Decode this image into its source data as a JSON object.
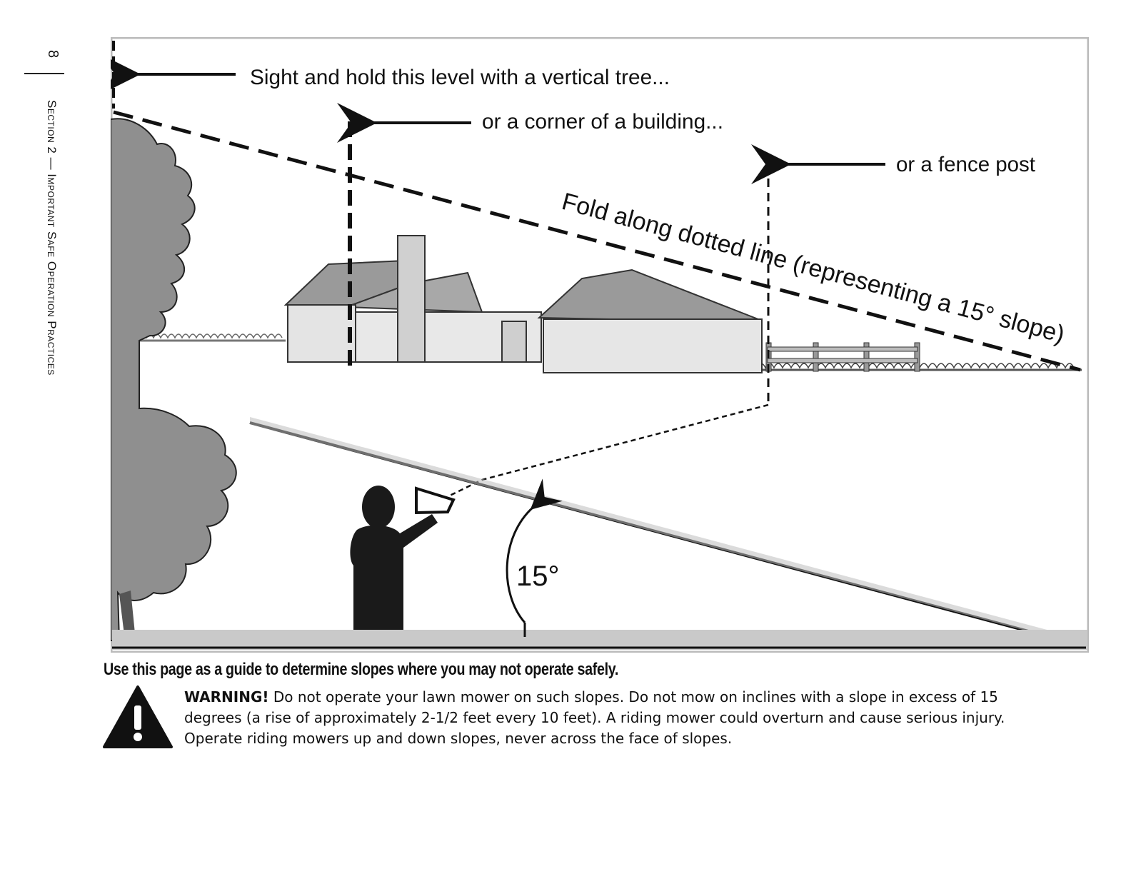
{
  "sidebar": {
    "page_number": "8",
    "section_title": "Section 2 — Important Safe Operation Practices"
  },
  "figure": {
    "callout_tree": "Sight and hold this level with a vertical tree...",
    "callout_building": "or a corner of a building...",
    "callout_fence": "or a fence post",
    "fold_line": "Fold along dotted line (representing a 15° slope)",
    "angle_label": "15°",
    "slope_degrees": 15
  },
  "caption": "Use this page as a guide to determine slopes where you may not operate safely.",
  "warning": {
    "heading": "WARNING!",
    "body": "Do not operate your lawn mower on such slopes. Do not mow on inclines with a slope in excess of 15 degrees (a rise of approximately 2-1/2 feet every 10 feet).  A riding mower could overturn and cause serious injury. Operate riding mowers up and down slopes, never across the face of slopes."
  },
  "colors": {
    "tree_gray": "#8f8f8f",
    "roof_gray": "#9a9a9a",
    "wall_light": "#e6e6e6",
    "silhouette": "#1a1a1a"
  }
}
